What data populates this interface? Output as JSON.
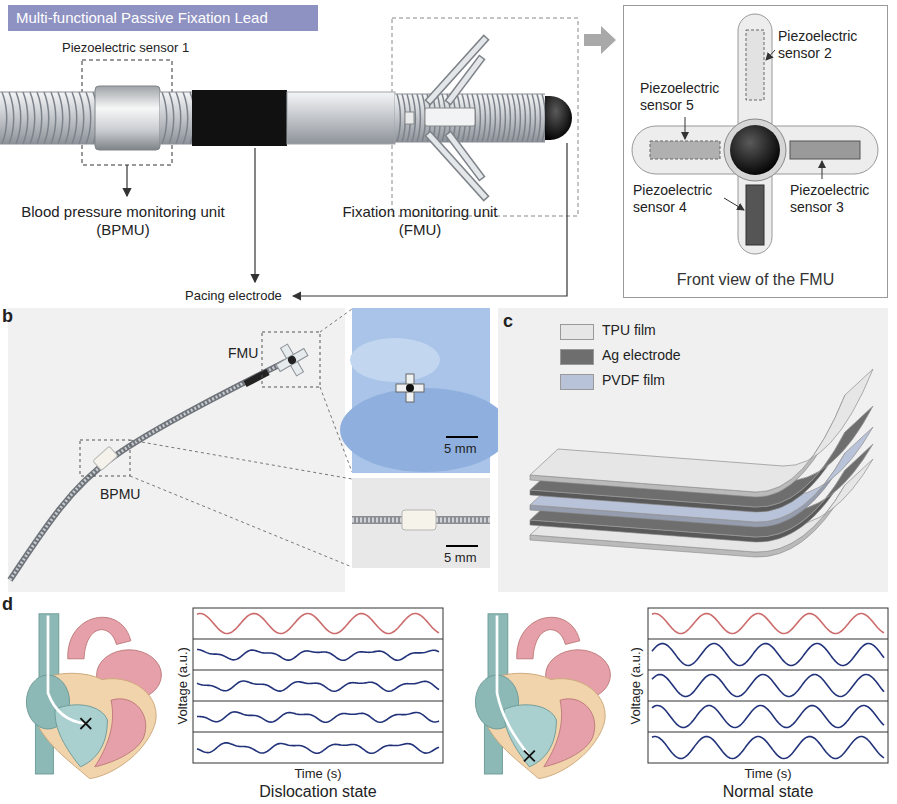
{
  "diagram": {
    "title": "Multi-functional Passive Fixation Lead",
    "nodes": [
      {
        "text": [
          "Front view of the FMU"
        ]
      }
    ],
    "labels": [
      "Piezoelectric sensor 1",
      "Blood pressure monitoring unit (BPMU)",
      "Fixation monitoring unit (FMU)",
      "Pacing electrode",
      "Piezoelectric sensor 2",
      "Piezoelectric sensor 5",
      "Piezoelectric sensor 3",
      "Piezoelectric sensor 4",
      "b",
      "FMU",
      "BPMU",
      "5 mm",
      "5 mm",
      "c",
      "d",
      "Voltage (a.u.)",
      "Time (s)",
      "Dislocation state",
      "Voltage (a.u.)",
      "Time (s)",
      "Normal state"
    ],
    "legend": [
      {
        "text": "TPU film",
        "color": "#e6e6e6"
      },
      {
        "text": "Ag electrode",
        "color": "#6e6e6e"
      },
      {
        "text": "PVDF film",
        "color": "#b8c2d8"
      }
    ]
  }
}
